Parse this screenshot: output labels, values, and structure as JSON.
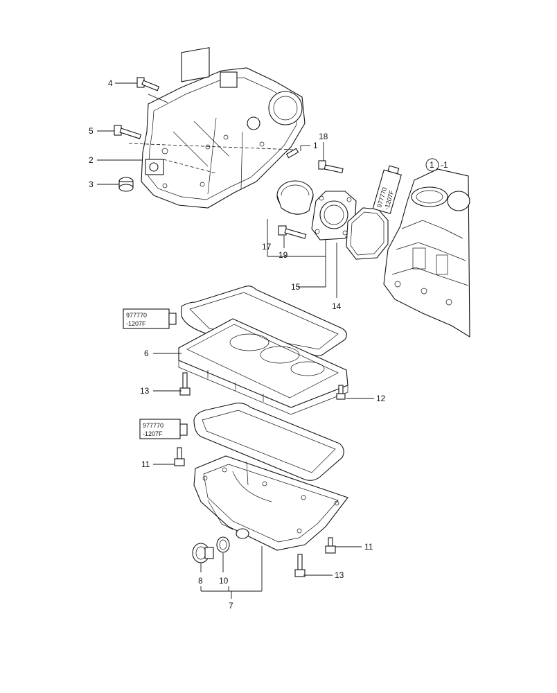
{
  "callouts": {
    "c1": "1",
    "c2": "2",
    "c3": "3",
    "c4": "4",
    "c5": "5",
    "c6": "6",
    "c7": "7",
    "c8": "8",
    "c10": "10",
    "c11a": "11",
    "c11b": "11",
    "c12": "12",
    "c13a": "13",
    "c13b": "13",
    "c14": "14",
    "c15": "15",
    "c17": "17",
    "c18": "18",
    "c19": "19",
    "ref_circle": "1",
    "ref_suffix": "-1"
  },
  "sealant": {
    "code": "977770",
    "suffix": "-1207F"
  }
}
